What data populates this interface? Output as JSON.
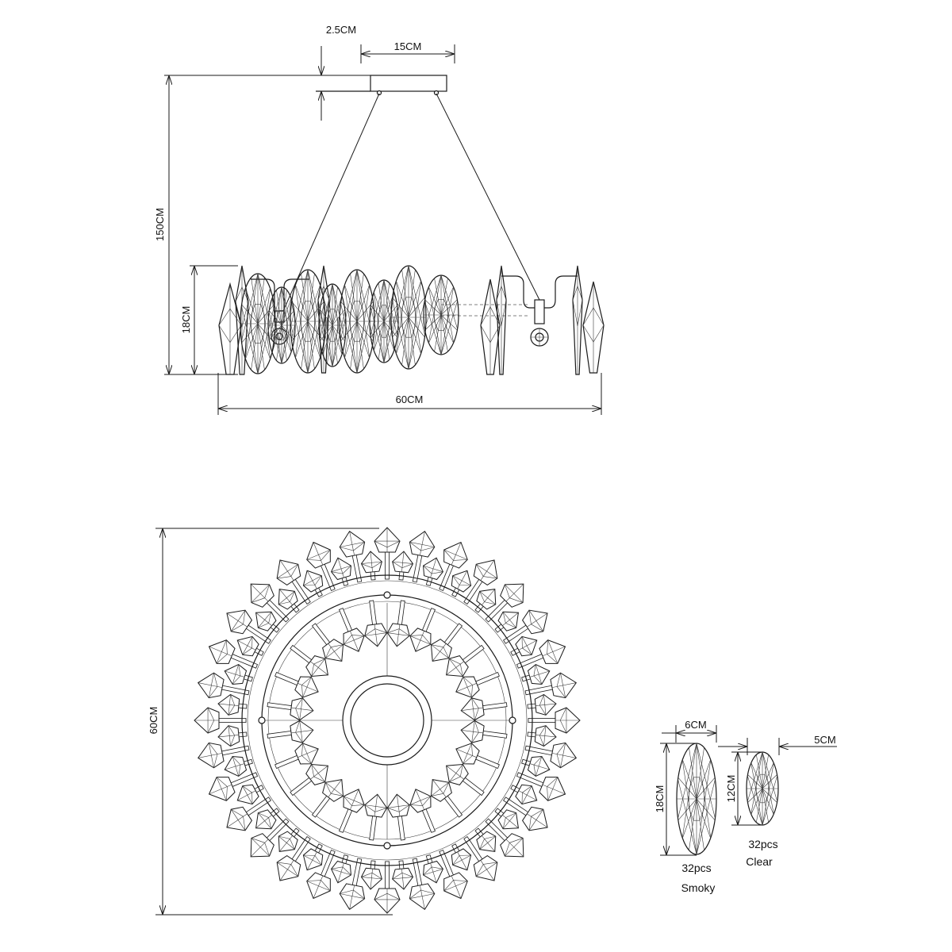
{
  "side_view": {
    "canopy_thickness": "2.5CM",
    "canopy_width": "15CM",
    "drop_height": "150CM",
    "body_height": "18CM",
    "diameter": "60CM"
  },
  "top_view": {
    "diameter": "60CM"
  },
  "crystals": [
    {
      "width": "6CM",
      "height": "18CM",
      "quantity": "32pcs",
      "finish": "Smoky"
    },
    {
      "width": "5CM",
      "height": "12CM",
      "quantity": "32pcs",
      "finish": "Clear"
    }
  ]
}
